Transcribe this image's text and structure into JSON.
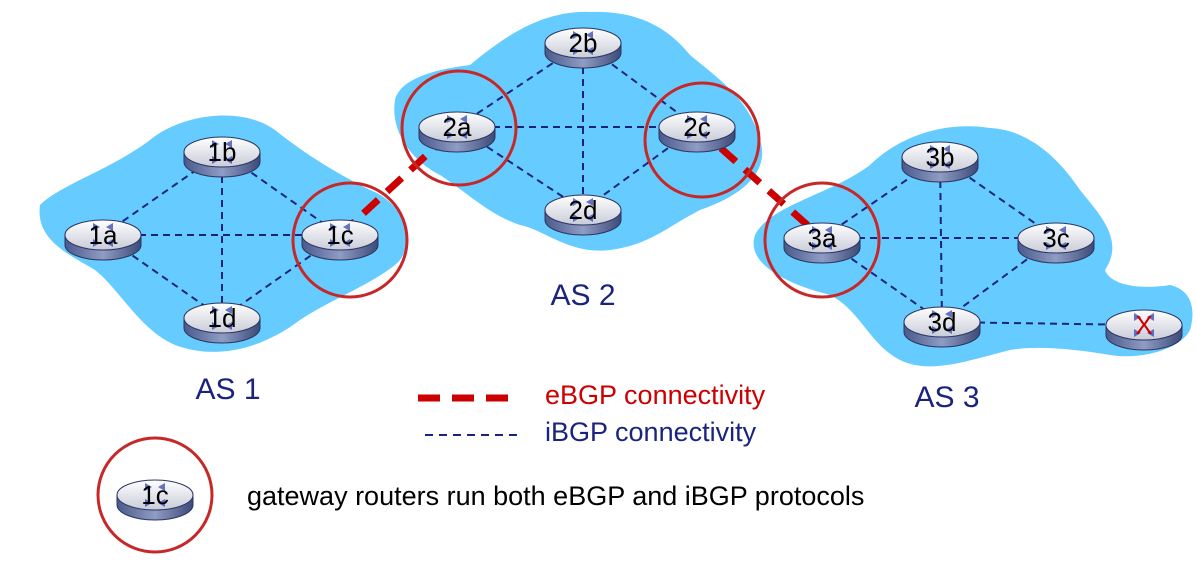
{
  "autonomous_systems": [
    {
      "id": "as1",
      "label": "AS 1"
    },
    {
      "id": "as2",
      "label": "AS 2"
    },
    {
      "id": "as3",
      "label": "AS 3"
    }
  ],
  "routers": [
    {
      "id": "1a",
      "label": "1a",
      "gateway": false
    },
    {
      "id": "1b",
      "label": "1b",
      "gateway": false
    },
    {
      "id": "1c",
      "label": "1c",
      "gateway": true
    },
    {
      "id": "1d",
      "label": "1d",
      "gateway": false
    },
    {
      "id": "2a",
      "label": "2a",
      "gateway": true
    },
    {
      "id": "2b",
      "label": "2b",
      "gateway": false
    },
    {
      "id": "2c",
      "label": "2c",
      "gateway": true
    },
    {
      "id": "2d",
      "label": "2d",
      "gateway": false
    },
    {
      "id": "3a",
      "label": "3a",
      "gateway": true
    },
    {
      "id": "3b",
      "label": "3b",
      "gateway": false
    },
    {
      "id": "3c",
      "label": "3c",
      "gateway": false
    },
    {
      "id": "3d",
      "label": "3d",
      "gateway": false
    },
    {
      "id": "x",
      "label": "X",
      "gateway": false
    }
  ],
  "ibgp_links": [
    [
      "1a",
      "1b"
    ],
    [
      "1a",
      "1c"
    ],
    [
      "1a",
      "1d"
    ],
    [
      "1b",
      "1c"
    ],
    [
      "1b",
      "1d"
    ],
    [
      "1c",
      "1d"
    ],
    [
      "2a",
      "2b"
    ],
    [
      "2a",
      "2c"
    ],
    [
      "2a",
      "2d"
    ],
    [
      "2b",
      "2c"
    ],
    [
      "2b",
      "2d"
    ],
    [
      "2c",
      "2d"
    ],
    [
      "3a",
      "3b"
    ],
    [
      "3a",
      "3c"
    ],
    [
      "3a",
      "3d"
    ],
    [
      "3b",
      "3c"
    ],
    [
      "3b",
      "3d"
    ],
    [
      "3c",
      "3d"
    ],
    [
      "3d",
      "x"
    ]
  ],
  "ebgp_links": [
    [
      "1c",
      "2a"
    ],
    [
      "2c",
      "3a"
    ]
  ],
  "legend": {
    "ebgp_label": "eBGP connectivity",
    "ibgp_label": "iBGP connectivity",
    "gateway_router_label": "1c",
    "gateway_text": "gateway routers run both eBGP and iBGP protocols"
  },
  "colors": {
    "cloud": "#66ccff",
    "ibgp": "#1a237e",
    "ebgp": "#cc0000",
    "gateway_circle": "#c62828",
    "label_blue": "#1a237e",
    "label_red": "#cc0000",
    "x_mark": "#cc0000"
  }
}
